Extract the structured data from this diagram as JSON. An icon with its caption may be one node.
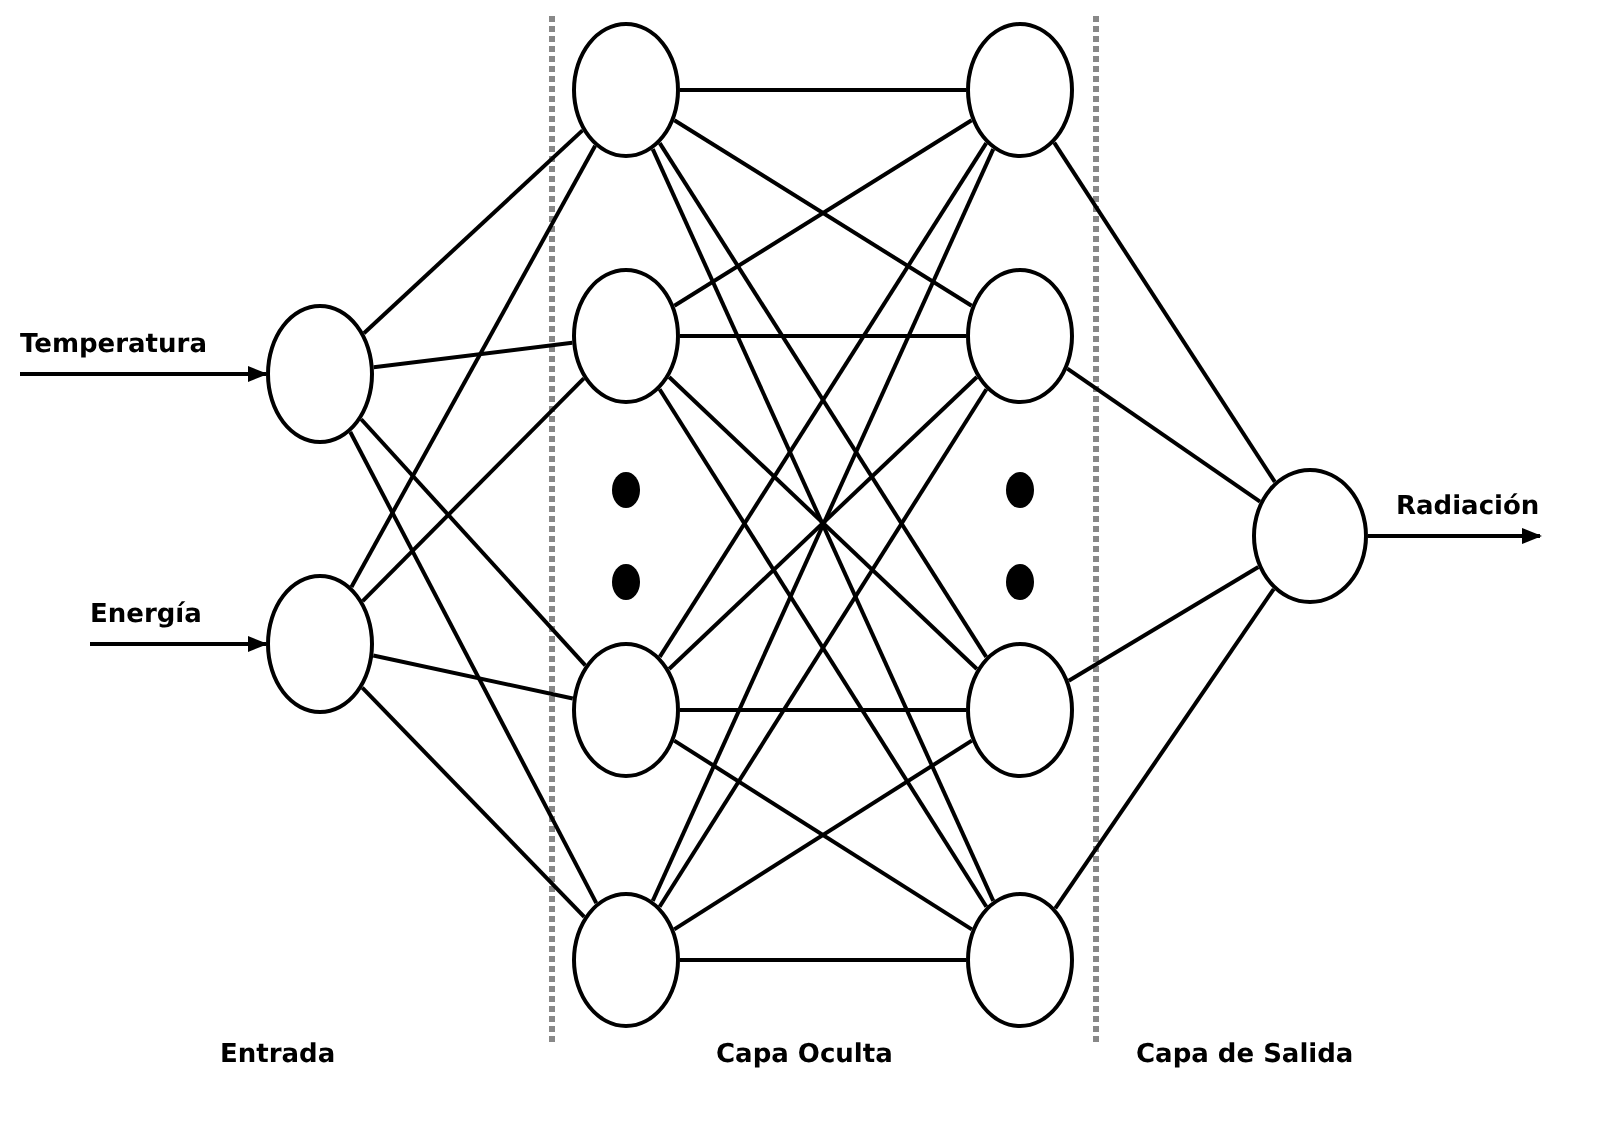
{
  "diagram": {
    "nodes": [
      {
        "text": [],
        "shape": "circle"
      },
      {
        "text": [],
        "shape": "circle"
      },
      {
        "text": [],
        "shape": "circle"
      },
      {
        "text": [],
        "shape": "circle"
      },
      {
        "text": [],
        "shape": "circle"
      },
      {
        "text": [],
        "shape": "circle"
      },
      {
        "text": [],
        "shape": "circle"
      },
      {
        "text": [],
        "shape": "circle"
      },
      {
        "text": [],
        "shape": "circle"
      },
      {
        "text": [],
        "shape": "circle"
      },
      {
        "text": [],
        "shape": "circle"
      },
      {
        "text": [
          "Temperatura"
        ]
      },
      {
        "text": [
          "Energía"
        ]
      },
      {
        "text": [
          "Radiación"
        ]
      }
    ],
    "edges": [
      {
        "from": 11,
        "to": 0,
        "arrow": "to"
      },
      {
        "from": 12,
        "to": 1,
        "arrow": "to"
      },
      {
        "from": 0,
        "to": 2,
        "arrow": "none"
      },
      {
        "from": 0,
        "to": 3,
        "arrow": "none"
      },
      {
        "from": 0,
        "to": 4,
        "arrow": "none"
      },
      {
        "from": 0,
        "to": 5,
        "arrow": "none"
      },
      {
        "from": 1,
        "to": 2,
        "arrow": "none"
      },
      {
        "from": 1,
        "to": 3,
        "arrow": "none"
      },
      {
        "from": 1,
        "to": 4,
        "arrow": "none"
      },
      {
        "from": 1,
        "to": 5,
        "arrow": "none"
      },
      {
        "from": 2,
        "to": 6,
        "arrow": "none"
      },
      {
        "from": 2,
        "to": 7,
        "arrow": "none"
      },
      {
        "from": 2,
        "to": 8,
        "arrow": "none"
      },
      {
        "from": 2,
        "to": 9,
        "arrow": "none"
      },
      {
        "from": 3,
        "to": 6,
        "arrow": "none"
      },
      {
        "from": 3,
        "to": 7,
        "arrow": "none"
      },
      {
        "from": 3,
        "to": 8,
        "arrow": "none"
      },
      {
        "from": 3,
        "to": 9,
        "arrow": "none"
      },
      {
        "from": 4,
        "to": 6,
        "arrow": "none"
      },
      {
        "from": 4,
        "to": 7,
        "arrow": "none"
      },
      {
        "from": 4,
        "to": 8,
        "arrow": "none"
      },
      {
        "from": 4,
        "to": 9,
        "arrow": "none"
      },
      {
        "from": 5,
        "to": 6,
        "arrow": "none"
      },
      {
        "from": 5,
        "to": 7,
        "arrow": "none"
      },
      {
        "from": 5,
        "to": 8,
        "arrow": "none"
      },
      {
        "from": 5,
        "to": 9,
        "arrow": "none"
      },
      {
        "from": 6,
        "to": 10,
        "arrow": "none"
      },
      {
        "from": 7,
        "to": 10,
        "arrow": "none"
      },
      {
        "from": 8,
        "to": 10,
        "arrow": "none"
      },
      {
        "from": 9,
        "to": 10,
        "arrow": "none"
      },
      {
        "from": 10,
        "to": 13,
        "arrow": "to"
      }
    ],
    "labels": [
      "Entrada",
      "Capa Oculta",
      "Capa de Salida"
    ]
  }
}
